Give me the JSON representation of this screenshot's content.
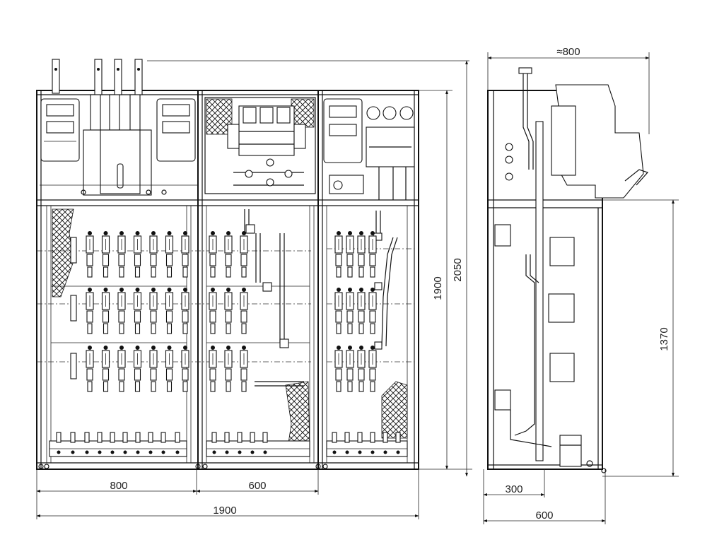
{
  "dimensions": {
    "front_panel_1_width": "800",
    "front_panel_2_width": "600",
    "front_total_width": "1900",
    "front_cabinet_height": "1900",
    "front_total_height": "2050",
    "side_top_depth": "≈800",
    "side_lower_height": "1370",
    "side_offset": "300",
    "side_depth": "600"
  }
}
